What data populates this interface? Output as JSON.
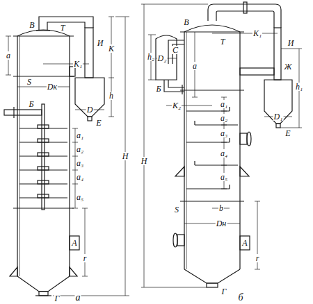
{
  "diagram": {
    "labels": [
      "В",
      "Т",
      "И",
      "К",
      "а",
      "К₁",
      "S",
      "Dк",
      "D",
      "h",
      "Б",
      "Е",
      "а₁",
      "а₂",
      "а₃",
      "а₄",
      "а₅",
      "А",
      "r",
      "H",
      "Г",
      "а",
      "H",
      "В",
      "К₁",
      "И",
      "С",
      "Т",
      "h₂",
      "D₂",
      "а",
      "Ж",
      "D₁",
      "h₁",
      "Е",
      "Б",
      "К₂",
      "а₁",
      "а₂",
      "а₃",
      "а₄",
      "а₅",
      "S",
      "b",
      "Dн",
      "А",
      "r",
      "Г",
      "б"
    ]
  }
}
